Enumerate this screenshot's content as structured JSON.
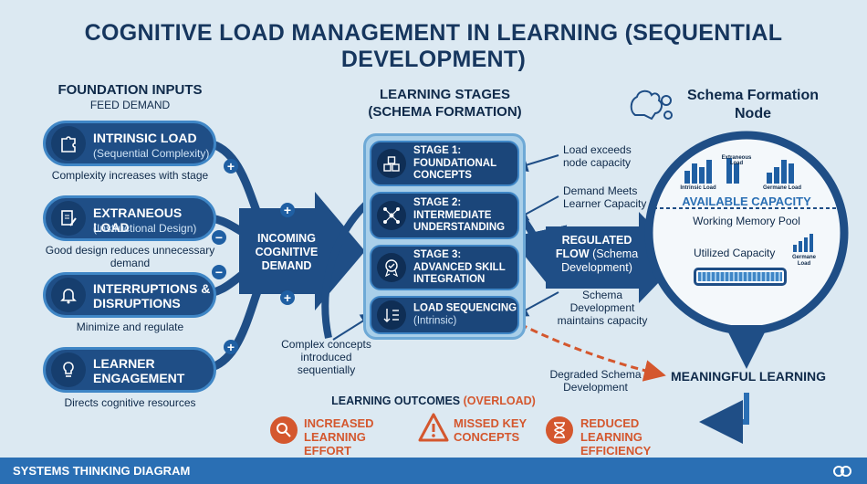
{
  "title": "COGNITIVE LOAD MANAGEMENT IN LEARNING (SEQUENTIAL DEVELOPMENT)",
  "foundation": {
    "heading": "FOUNDATION INPUTS",
    "subheading": "FEED DEMAND",
    "inputs": [
      {
        "title": "INTRINSIC LOAD",
        "subtitle": "(Sequential Complexity)",
        "note": "Complexity increases with stage",
        "icon": "puzzle-icon"
      },
      {
        "title": "EXTRANEOUS LOAD",
        "subtitle": "(Instructional Design)",
        "note": "Good design reduces unnecessary demand",
        "icon": "document-pen-icon"
      },
      {
        "title": "INTERRUPTIONS & DISRUPTIONS",
        "subtitle": "",
        "note": "Minimize and regulate",
        "icon": "bell-icon"
      },
      {
        "title": "LEARNER ENGAGEMENT",
        "subtitle": "",
        "note": "Directs cognitive resources",
        "icon": "lightbulb-icon"
      }
    ],
    "signs": [
      "+",
      "−",
      "−",
      "+",
      "+",
      "+"
    ]
  },
  "incoming": "INCOMING COGNITIVE DEMAND",
  "stages": {
    "heading": "LEARNING STAGES",
    "subheading": "(SCHEMA FORMATION)",
    "items": [
      {
        "line1": "STAGE 1:",
        "line2": "FOUNDATIONAL CONCEPTS",
        "icon": "blocks-icon"
      },
      {
        "line1": "STAGE 2:",
        "line2": "INTERMEDIATE UNDERSTANDING",
        "icon": "network-icon"
      },
      {
        "line1": "STAGE 3:",
        "line2": "ADVANCED SKILL INTEGRATION",
        "icon": "award-icon"
      },
      {
        "line1": "LOAD SEQUENCING",
        "line2": "(Intrinsic)",
        "icon": "sort-icon"
      }
    ]
  },
  "annotations": {
    "exceeds": "Load exceeds node capacity",
    "meets": "Demand Meets Learner Capacity",
    "maintains": "Schema Development maintains capacity",
    "complex": "Complex concepts introduced sequentially",
    "degraded": "Degraded Schema Development"
  },
  "regulated": {
    "bold": "REGULATED FLOW",
    "rest": "(Schema Development)"
  },
  "node": {
    "title": "Schema Formation Node",
    "available": "AVAILABLE CAPACITY",
    "pool": "Working Memory Pool",
    "utilized": "Utilized Capacity",
    "bars": [
      "Intrinsic Load",
      "Extraneous Load",
      "Germane Load"
    ],
    "germane": "Germane Load"
  },
  "meaningful": "MEANINGFUL LEARNING",
  "outcomes": {
    "heading": "LEARNING OUTCOMES",
    "overload": "(OVERLOAD)",
    "items": [
      {
        "label": "INCREASED LEARNING EFFORT",
        "icon": "search-effort-icon"
      },
      {
        "label": "MISSED KEY CONCEPTS",
        "icon": "warning-icon"
      },
      {
        "label": "REDUCED LEARNING EFFICIENCY",
        "icon": "hourglass-icon"
      }
    ]
  },
  "footer": "SYSTEMS THINKING DIAGRAM",
  "colors": {
    "navy": "#1f4e86",
    "accent": "#3f86c6",
    "orange": "#d4572e",
    "bg": "#dce9f2"
  }
}
